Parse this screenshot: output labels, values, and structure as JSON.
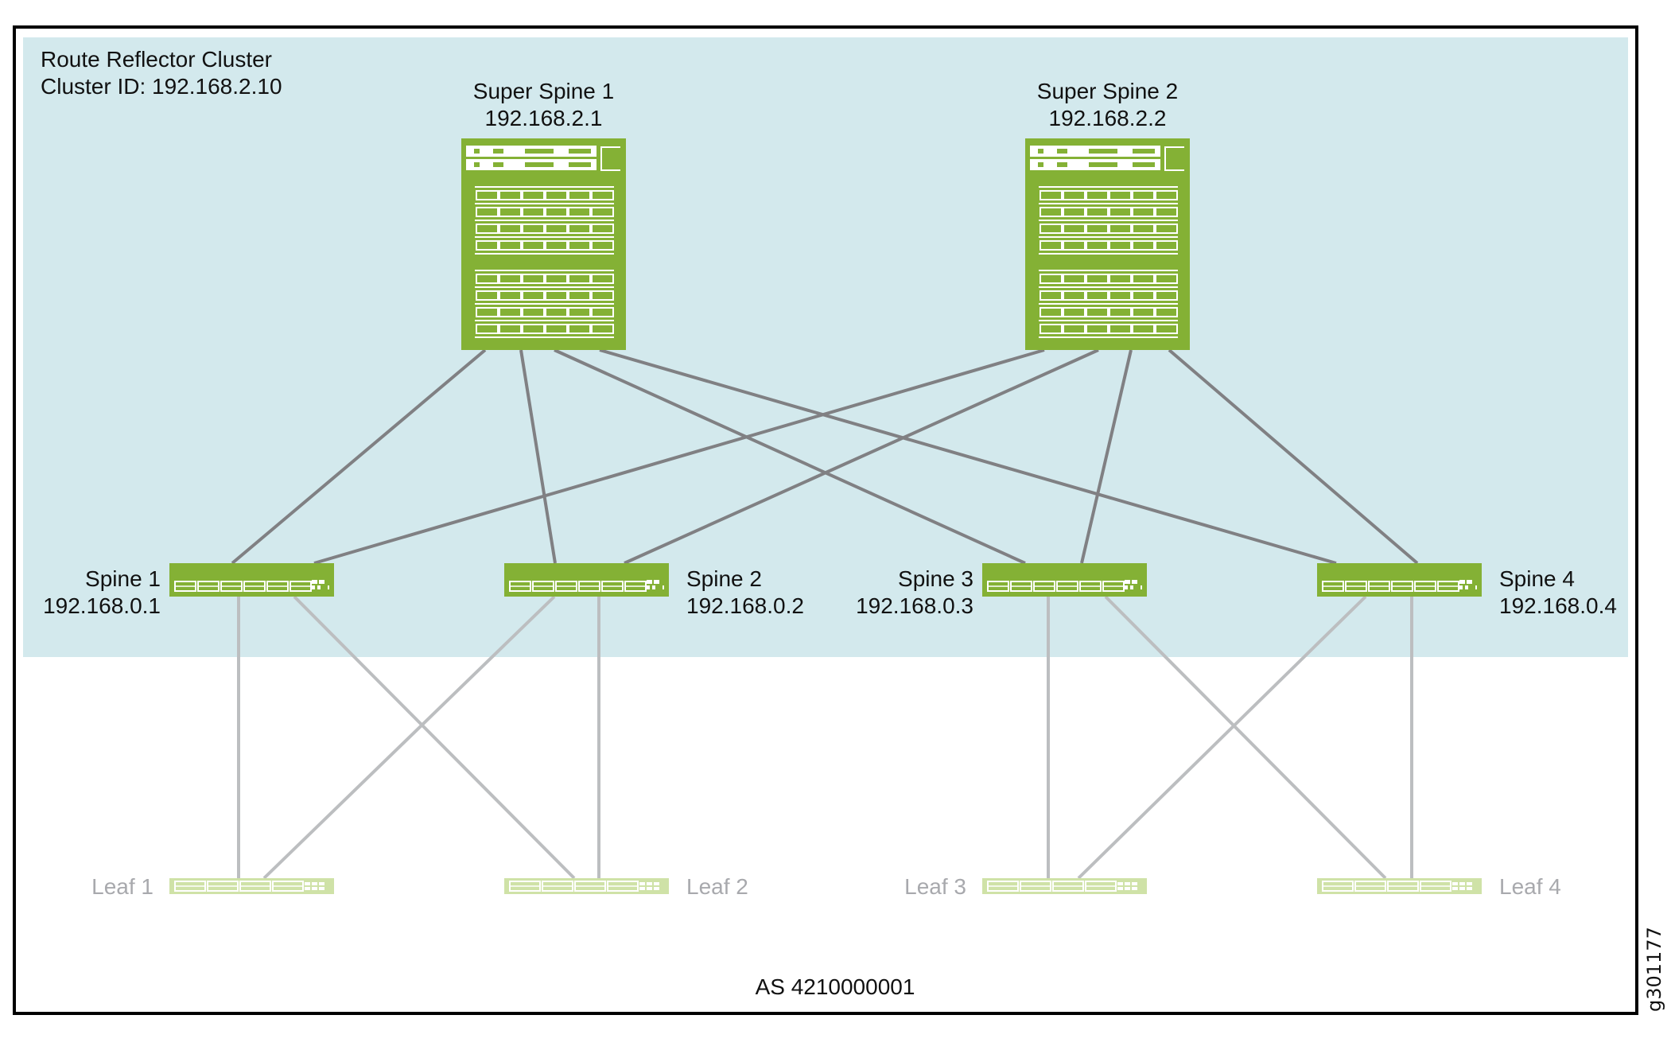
{
  "figure": {
    "cluster_title": "Route Reflector Cluster",
    "cluster_id": "Cluster ID: 192.168.2.10",
    "as_label": "AS 4210000001",
    "figure_id": "g301177"
  },
  "colors": {
    "cluster_fill": "#d3e9ed",
    "device_green": "#84b135",
    "leaf_green": "#cfe2a7",
    "spine_link": "#808083",
    "leaf_link": "#bcbec0",
    "border": "#000000",
    "leaf_text": "#a8a9ad"
  },
  "super_spines": [
    {
      "id": "ss1",
      "name": "Super Spine 1",
      "ip": "192.168.2.1"
    },
    {
      "id": "ss2",
      "name": "Super Spine 2",
      "ip": "192.168.2.2"
    }
  ],
  "spines": [
    {
      "id": "s1",
      "name": "Spine 1",
      "ip": "192.168.0.1"
    },
    {
      "id": "s2",
      "name": "Spine 2",
      "ip": "192.168.0.2"
    },
    {
      "id": "s3",
      "name": "Spine 3",
      "ip": "192.168.0.3"
    },
    {
      "id": "s4",
      "name": "Spine 4",
      "ip": "192.168.0.4"
    }
  ],
  "leaves": [
    {
      "id": "l1",
      "name": "Leaf 1"
    },
    {
      "id": "l2",
      "name": "Leaf 2"
    },
    {
      "id": "l3",
      "name": "Leaf 3"
    },
    {
      "id": "l4",
      "name": "Leaf 4"
    }
  ],
  "links": {
    "super_spine_to_spine": [
      [
        "ss1",
        "s1"
      ],
      [
        "ss1",
        "s2"
      ],
      [
        "ss1",
        "s3"
      ],
      [
        "ss1",
        "s4"
      ],
      [
        "ss2",
        "s1"
      ],
      [
        "ss2",
        "s2"
      ],
      [
        "ss2",
        "s3"
      ],
      [
        "ss2",
        "s4"
      ]
    ],
    "spine_to_leaf": [
      [
        "s1",
        "l1"
      ],
      [
        "s1",
        "l2"
      ],
      [
        "s2",
        "l1"
      ],
      [
        "s2",
        "l2"
      ],
      [
        "s3",
        "l3"
      ],
      [
        "s3",
        "l4"
      ],
      [
        "s4",
        "l3"
      ],
      [
        "s4",
        "l4"
      ]
    ]
  }
}
